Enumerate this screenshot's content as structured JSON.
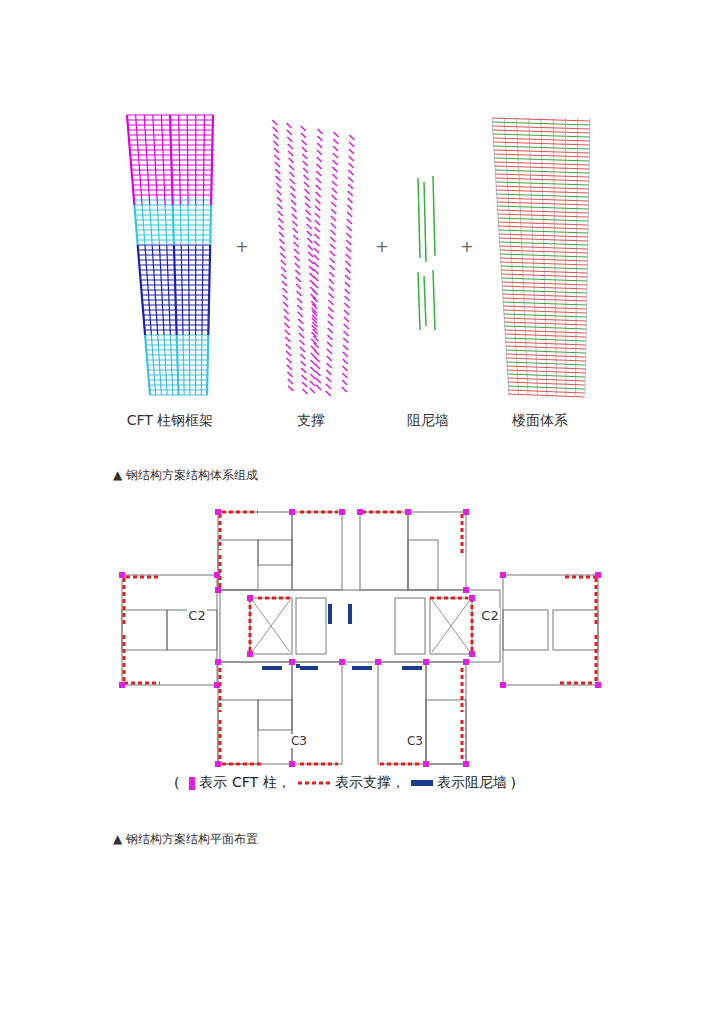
{
  "diagram": {
    "labels": [
      "CFT 柱钢框架",
      "+",
      "支撑",
      "+",
      "阻尼墙",
      "+",
      "楼面体系",
      "▲ 钢结构方案结构体系组成",
      "C2",
      "C2",
      "C3",
      "C3",
      "(",
      ")",
      "▲ 钢结构方案结构平面布置"
    ],
    "legend": [
      {
        "text": "表示 CFT 柱，",
        "color": "#e020e0"
      },
      {
        "text": "表示支撑，"
      },
      {
        "text": "表示阻尼墙",
        "color": "#1a3a8a"
      }
    ]
  }
}
